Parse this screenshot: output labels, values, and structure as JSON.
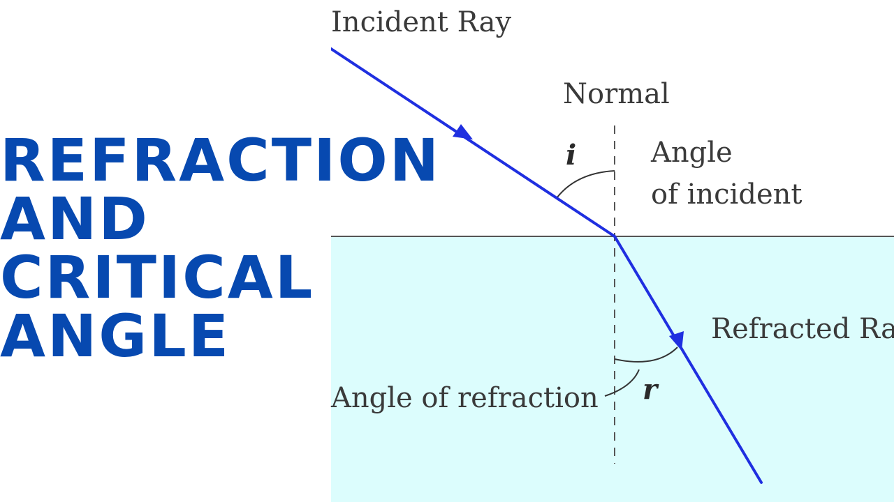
{
  "title": {
    "lines": [
      "REFRACTION",
      "AND",
      "CRITICAL",
      "ANGLE"
    ]
  },
  "diagram": {
    "labels": {
      "incident_ray": "Incident Ray",
      "normal": "Normal",
      "angle_i_symbol": "i",
      "angle_of_incident_line1": "Angle",
      "angle_of_incident_line2": "of incident",
      "refracted_ray": "Refracted Ray",
      "angle_of_refraction": "Angle of refraction",
      "angle_r_symbol": "r"
    },
    "colors": {
      "ray": "#1f2fe0",
      "medium": "#dcfdfd",
      "title": "#0749b0",
      "lines": "#555555"
    }
  }
}
